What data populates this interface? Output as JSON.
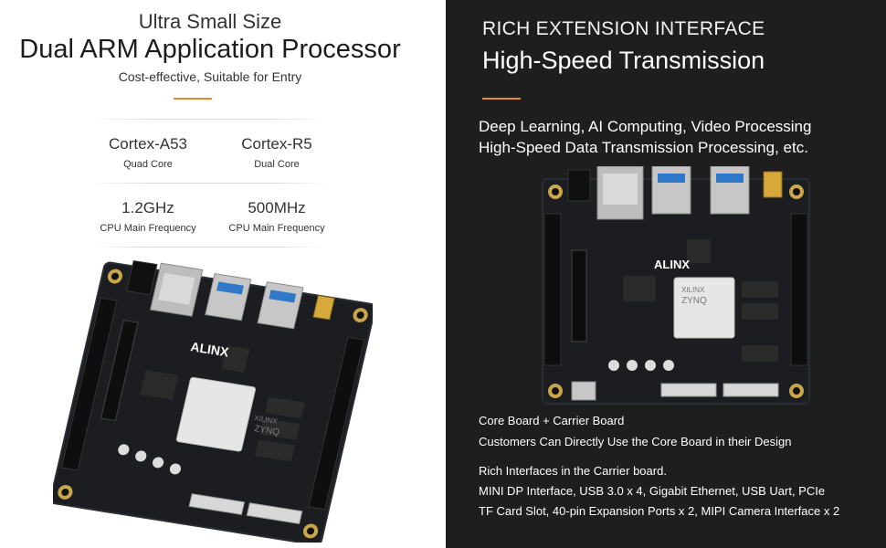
{
  "left": {
    "kicker": "Ultra Small Size",
    "title": "Dual ARM Application Processor",
    "subtitle": "Cost-effective, Suitable for Entry",
    "specs": [
      {
        "value": "Cortex-A53",
        "caption": "Quad Core"
      },
      {
        "value": "Cortex-R5",
        "caption": "Dual Core"
      },
      {
        "value": "1.2GHz",
        "caption": "CPU Main Frequency"
      },
      {
        "value": "500MHz",
        "caption": "CPU Main Frequency"
      }
    ]
  },
  "right": {
    "kicker": "RICH EXTENSION INTERFACE",
    "title": "High-Speed Transmission",
    "line1": "Deep Learning, AI Computing, Video Processing",
    "line2": "High-Speed Data Transmission Processing, etc.",
    "notes": [
      "Core Board + Carrier Board",
      "Customers Can Directly Use the Core Board in their Design",
      "Rich Interfaces in the Carrier board.",
      "MINI DP Interface, USB 3.0 x 4, Gigabit Ethernet, USB Uart, PCIe",
      "TF Card Slot, 40-pin Expansion Ports x 2, MIPI Camera Interface x 2"
    ]
  },
  "board": {
    "brand": "ALINX",
    "chip_lines": [
      "XILINX",
      "ZYNQ"
    ]
  },
  "colors": {
    "accent": "#e28a2e",
    "dark_panel": "#1e1e1e",
    "pcb": "#1b1d21",
    "usb_blue": "#2f79c8"
  }
}
